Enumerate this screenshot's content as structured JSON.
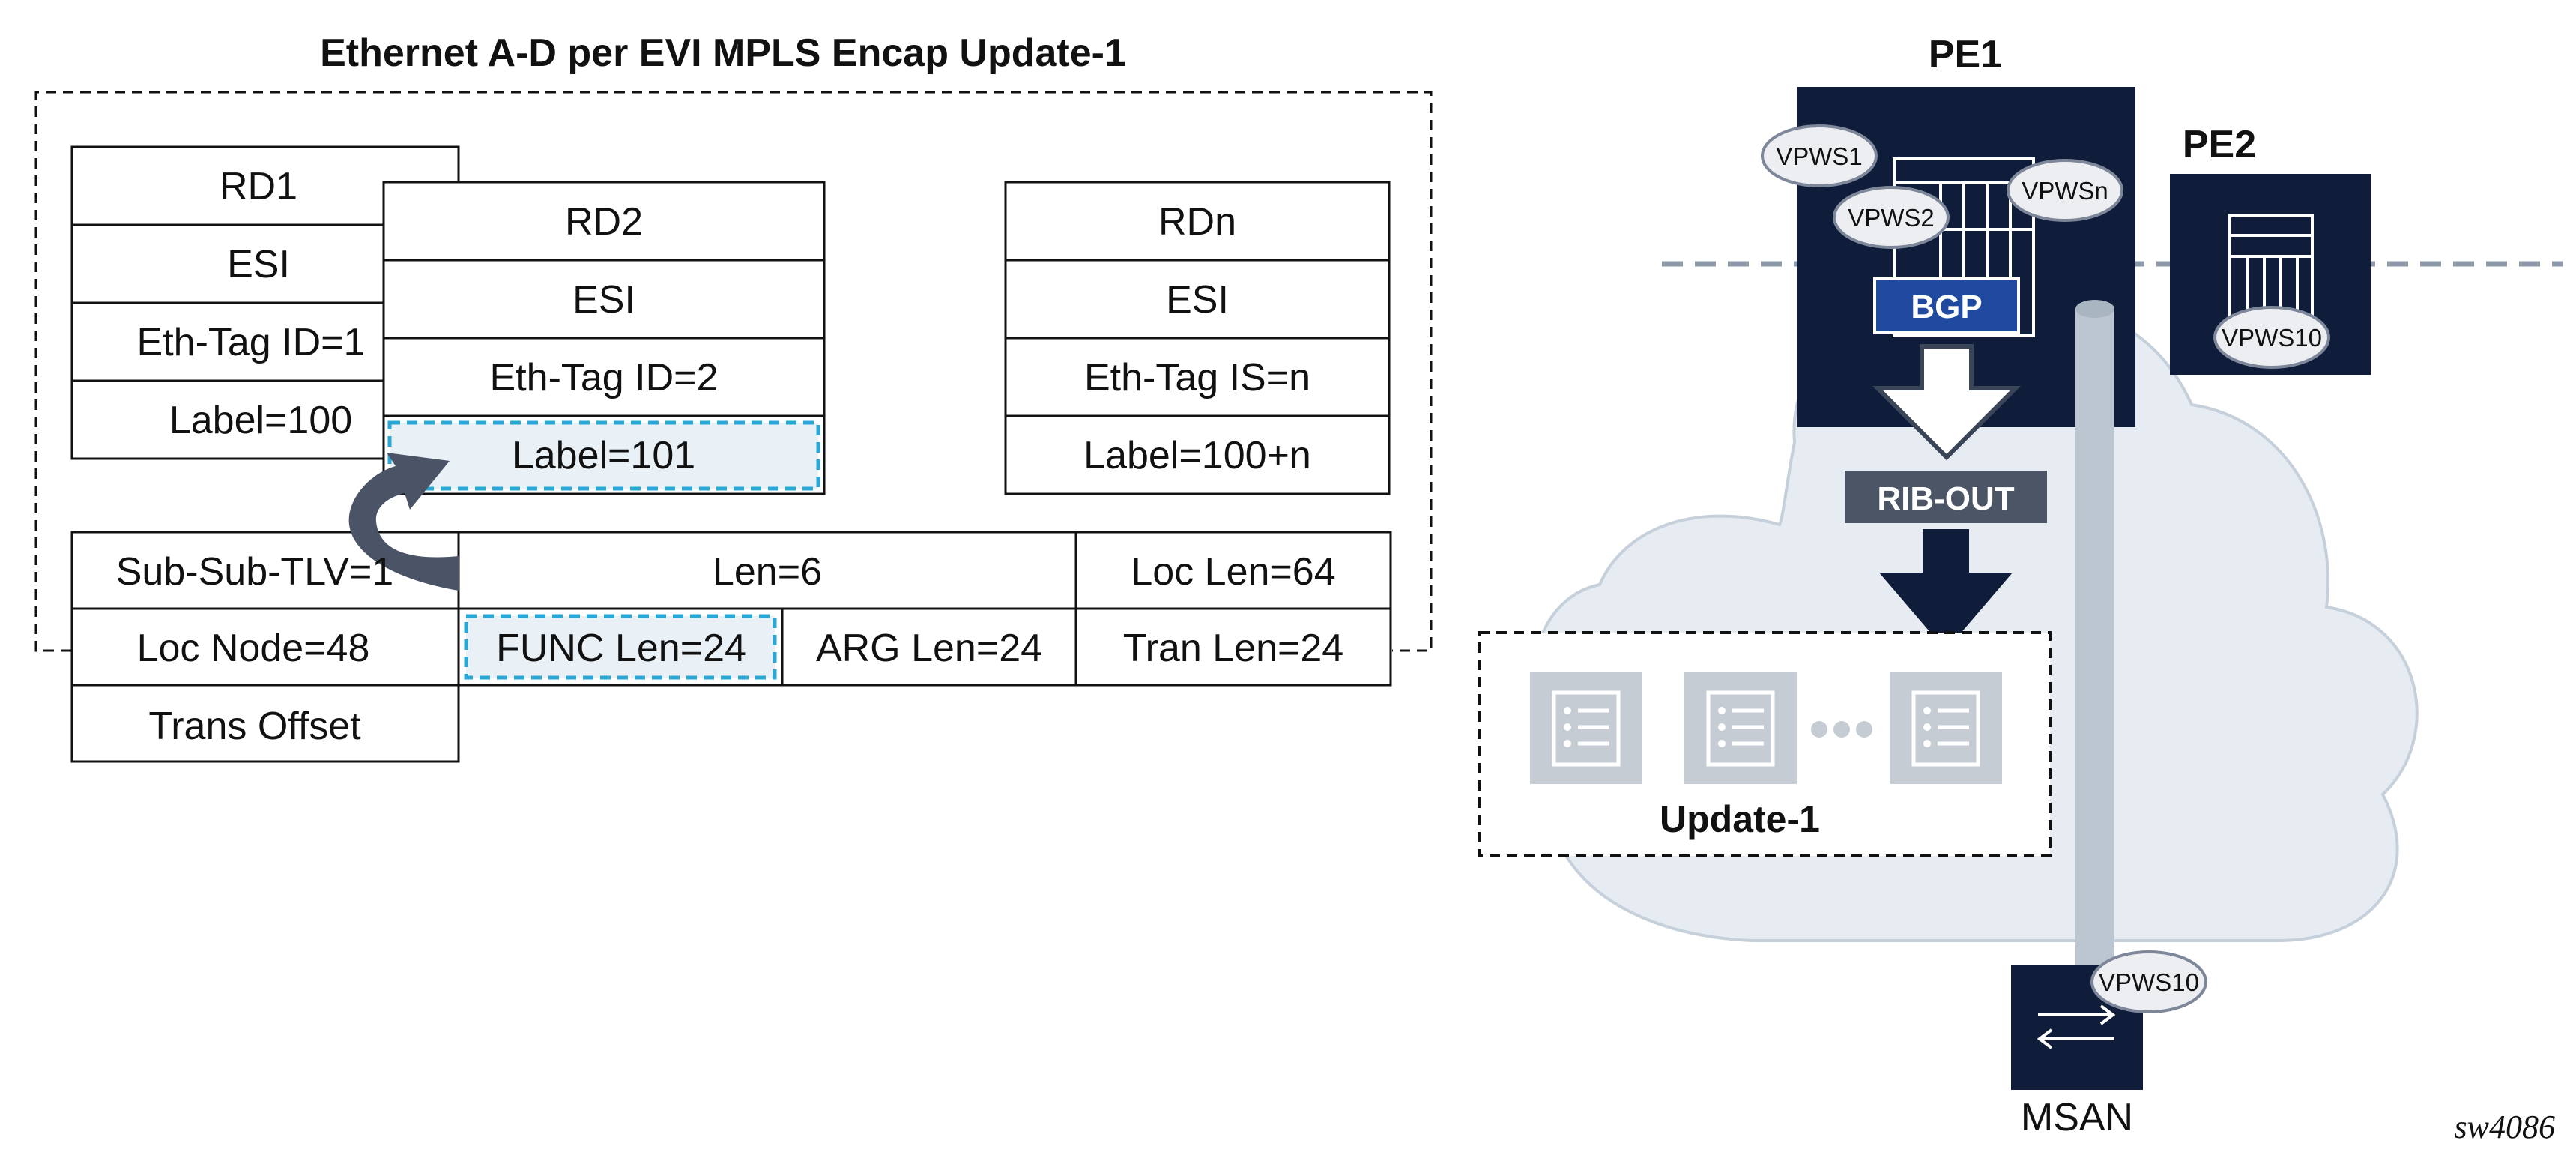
{
  "left_panel": {
    "title": "Ethernet A-D per EVI MPLS Encap Update-1",
    "route1": {
      "rd": "RD1",
      "esi": "ESI",
      "eth_tag": "Eth-Tag ID=1",
      "label": "Label=100"
    },
    "route2": {
      "rd": "RD2",
      "esi": "ESI",
      "eth_tag": "Eth-Tag ID=2",
      "label": "Label=101"
    },
    "routen": {
      "rd": "RDn",
      "esi": "ESI",
      "eth_tag": "Eth-Tag IS=n",
      "label": "Label=100+n"
    },
    "tlv": {
      "sub_sub_tlv": "Sub-Sub-TLV=1",
      "len": "Len=6",
      "loc_len": "Loc Len=64",
      "loc_node": "Loc Node=48",
      "func_len": "FUNC Len=24",
      "arg_len": "ARG Len=24",
      "tran_len": "Tran Len=24",
      "trans_offset": "Trans Offset"
    }
  },
  "right_panel": {
    "pe1": {
      "label": "PE1",
      "vpws_a": "VPWS1",
      "vpws_b": "VPWS2",
      "vpws_c": "VPWSn",
      "bgp": "BGP"
    },
    "pe2": {
      "label": "PE2",
      "vpws": "VPWS10"
    },
    "rib_out": "RIB-OUT",
    "update_label": "Update-1",
    "msan": {
      "label": "MSAN",
      "vpws": "VPWS10"
    }
  },
  "figure_id": "sw4086",
  "colors": {
    "navy": "#0f1d3a",
    "bgp_blue": "#1f4aa0",
    "rib_gray": "#4c5566",
    "cloud": "#e6ecf2",
    "cyan_dash": "#29a8d8",
    "pipe": "#bcc6d1",
    "arrow_gray": "#4a5466"
  }
}
